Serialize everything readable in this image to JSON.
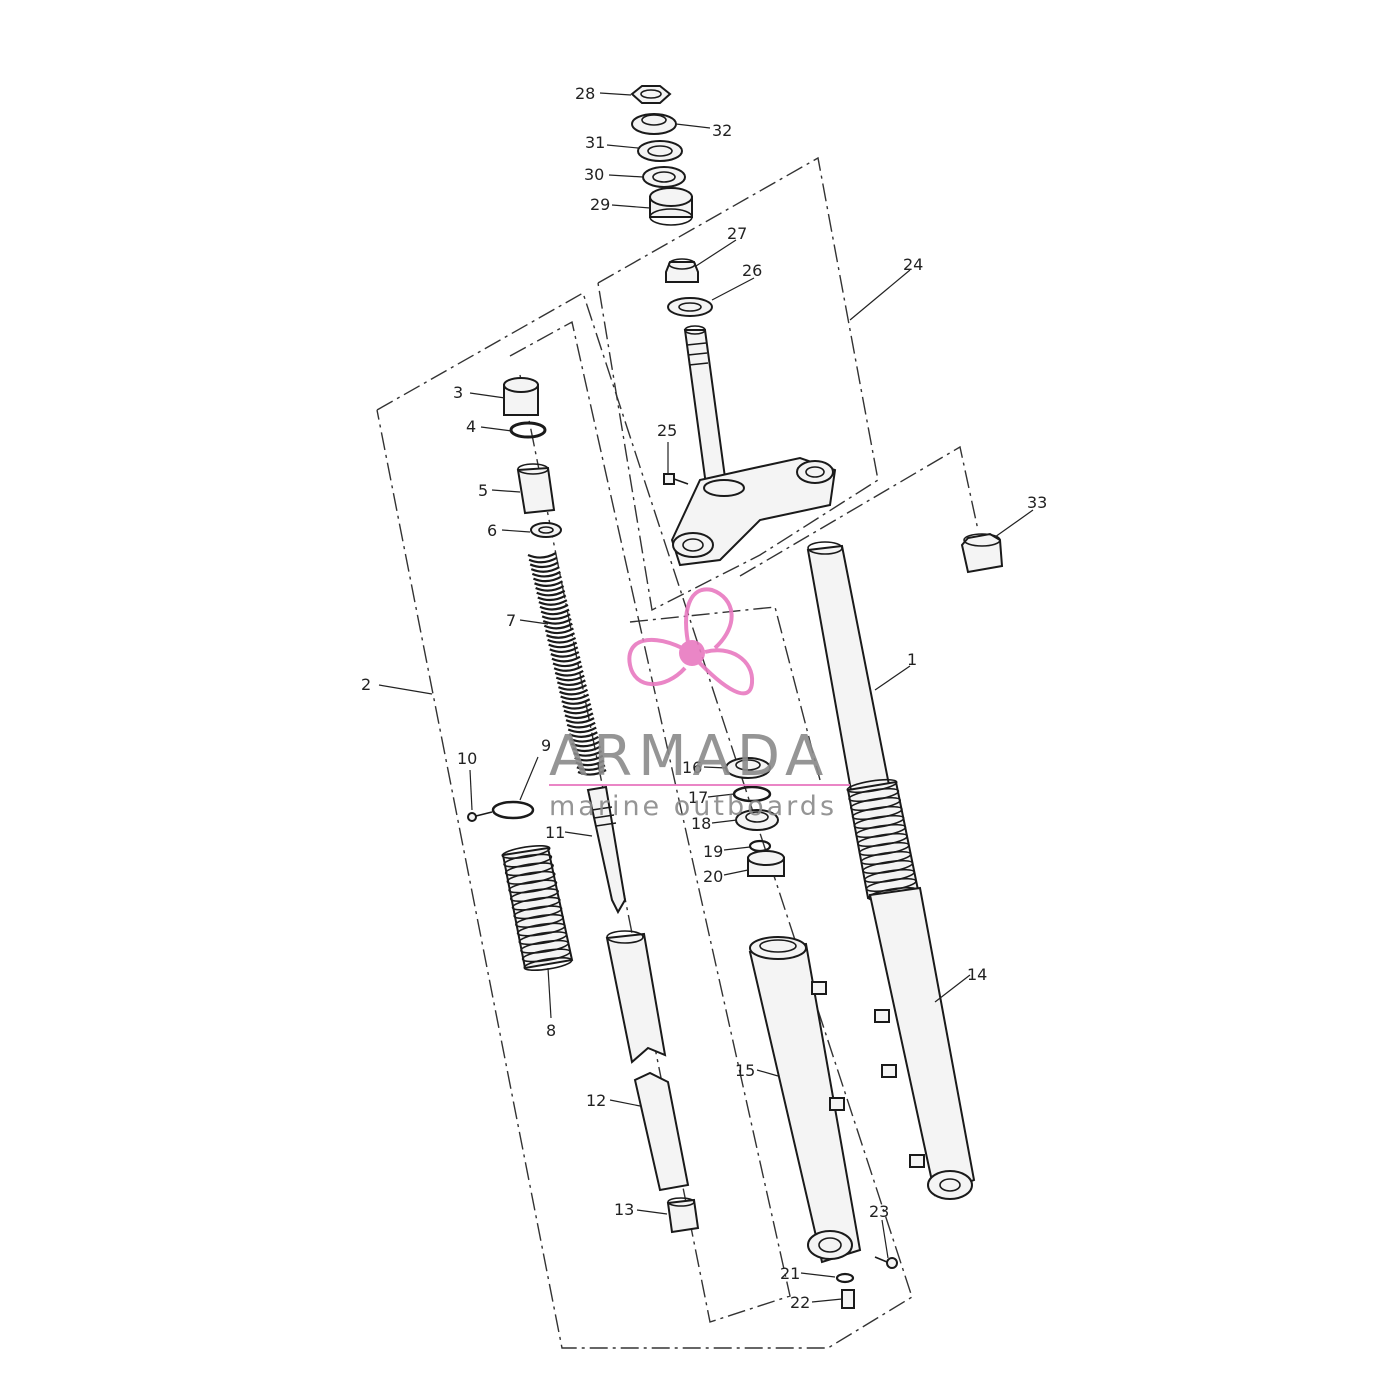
{
  "callouts": [
    {
      "id": "1",
      "label": "1"
    },
    {
      "id": "2",
      "label": "2"
    },
    {
      "id": "3",
      "label": "3"
    },
    {
      "id": "4",
      "label": "4"
    },
    {
      "id": "5",
      "label": "5"
    },
    {
      "id": "6",
      "label": "6"
    },
    {
      "id": "7",
      "label": "7"
    },
    {
      "id": "8",
      "label": "8"
    },
    {
      "id": "9",
      "label": "9"
    },
    {
      "id": "10",
      "label": "10"
    },
    {
      "id": "11",
      "label": "11"
    },
    {
      "id": "12",
      "label": "12"
    },
    {
      "id": "13",
      "label": "13"
    },
    {
      "id": "14",
      "label": "14"
    },
    {
      "id": "15",
      "label": "15"
    },
    {
      "id": "16",
      "label": "16"
    },
    {
      "id": "17",
      "label": "17"
    },
    {
      "id": "18",
      "label": "18"
    },
    {
      "id": "19",
      "label": "19"
    },
    {
      "id": "20",
      "label": "20"
    },
    {
      "id": "21",
      "label": "21"
    },
    {
      "id": "22",
      "label": "22"
    },
    {
      "id": "23",
      "label": "23"
    },
    {
      "id": "24",
      "label": "24"
    },
    {
      "id": "25",
      "label": "25"
    },
    {
      "id": "26",
      "label": "26"
    },
    {
      "id": "27",
      "label": "27"
    },
    {
      "id": "28",
      "label": "28"
    },
    {
      "id": "29",
      "label": "29"
    },
    {
      "id": "30",
      "label": "30"
    },
    {
      "id": "31",
      "label": "31"
    },
    {
      "id": "32",
      "label": "32"
    },
    {
      "id": "33",
      "label": "33"
    }
  ],
  "watermark": {
    "brand": "ARMADA",
    "tagline": "marine outboards",
    "color": "#e879c0",
    "text_color": "#8a8a8a"
  }
}
